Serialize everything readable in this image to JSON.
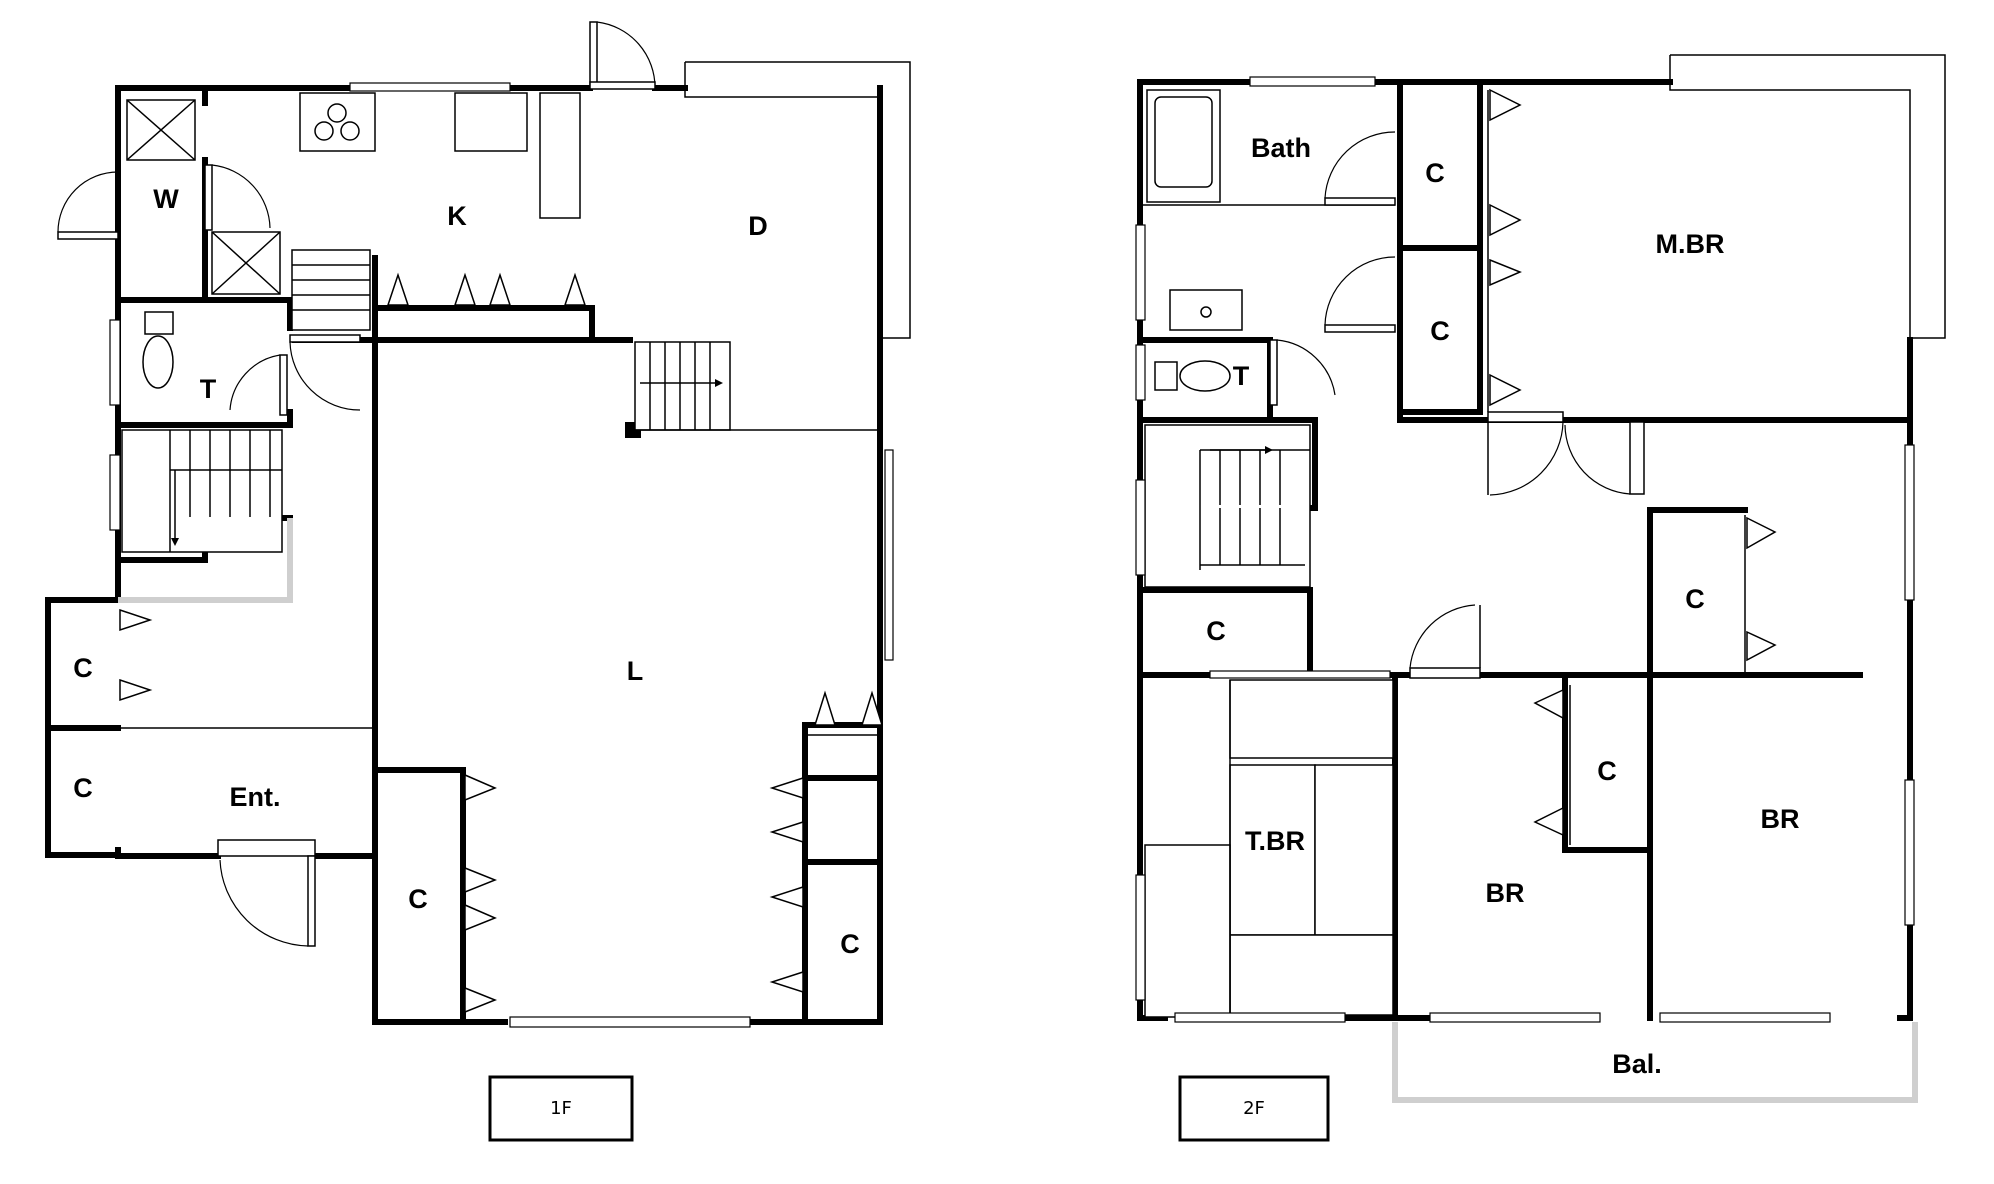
{
  "floors": [
    {
      "id": "1F",
      "label": "1F",
      "rooms": [
        "W",
        "K",
        "D",
        "T",
        "L",
        "C",
        "C",
        "Ent.",
        "C",
        "C"
      ]
    },
    {
      "id": "2F",
      "label": "2F",
      "rooms": [
        "Bath",
        "C",
        "M.BR",
        "C",
        "T",
        "C",
        "C",
        "T.BR",
        "BR",
        "C",
        "BR",
        "Bal."
      ]
    }
  ]
}
